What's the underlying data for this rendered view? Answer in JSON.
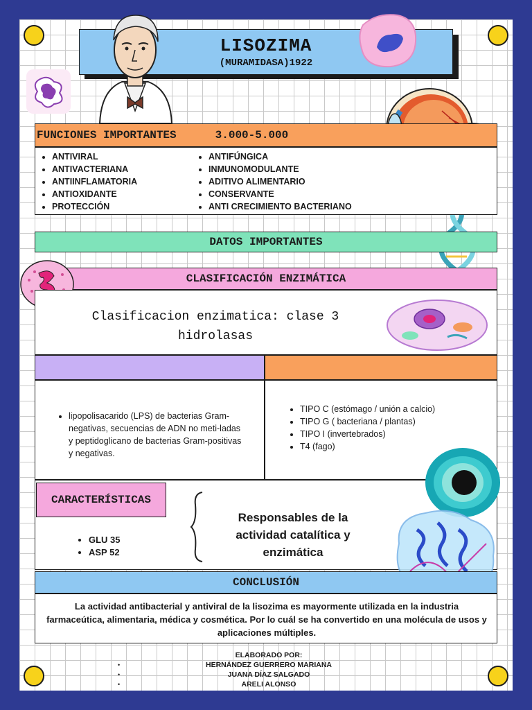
{
  "header": {
    "title": "LISOZIMA",
    "subtitle": "(MURAMIDASA)1922"
  },
  "funciones": {
    "heading": "FUNCIONES IMPORTANTES",
    "range": "3.000-5.000",
    "col1": [
      "ANTIVIRAL",
      "ANTIVACTERIANA",
      "ANTIINFLAMATORIA",
      "ANTIOXIDANTE",
      "PROTECCIÓN"
    ],
    "col2": [
      "ANTIFÚNGICA",
      "INMUNOMODULANTE",
      "ADITIVO ALIMENTARIO",
      "CONSERVANTE",
      "ANTI CRECIMIENTO BACTERIANO"
    ]
  },
  "datos": {
    "heading": "DATOS IMPORTANTES"
  },
  "clasificacion": {
    "heading": "CLASIFICACIÓN ENZIMÁTICA",
    "line1": "Clasificacion enzimatica: clase 3",
    "line2": "hidrolasas"
  },
  "sustrato": {
    "item": "lipopolisacarido (LPS) de bacterias Gram-negativas, secuencias de ADN no meti-ladas y peptidoglicano de bacterias Gram-positivas y negativas."
  },
  "tipos": {
    "items": [
      "TIPO C (estómago / unión a calcio)",
      "TIPO G ( bacteriana / plantas)",
      "TIPO I (invertebrados)",
      "T4 (fago)"
    ]
  },
  "caracteristicas": {
    "heading": "CARACTERÍSTICAS",
    "items": [
      "GLU 35",
      "ASP 52"
    ],
    "description": "Responsables de  la actividad catalítica y enzimática"
  },
  "conclusion": {
    "heading": "CONCLUSIÓN",
    "text": "La actividad antibacterial y antiviral de la lisozima es mayormente utilizada en la industria farmaceútica, alimentaria, médica y cosmética. Por lo cuál se ha convertido en una molécula de usos y aplicaciones múltiples."
  },
  "footer": {
    "label": "ELABORADO POR:",
    "names": [
      "HERNÁNDEZ GUERRERO MARIANA",
      "JUANA DÍAZ SALGADO",
      "ARELI ALONSO"
    ]
  },
  "colors": {
    "background": "#2e3a92",
    "title_blue": "#8fc8f2",
    "orange": "#f9a05c",
    "mint": "#7fe3ba",
    "pink": "#f5a8dd",
    "lavender": "#c8b0f5",
    "yellow": "#f7d21b"
  },
  "icons": [
    "scientist-portrait-icon",
    "neutrophil-cell-icon",
    "lymphocyte-cell-icon",
    "eye-anatomy-icon",
    "droplet-icon",
    "dna-helix-icon",
    "animal-cell-icon",
    "iris-eye-icon",
    "protein-structure-icon"
  ]
}
